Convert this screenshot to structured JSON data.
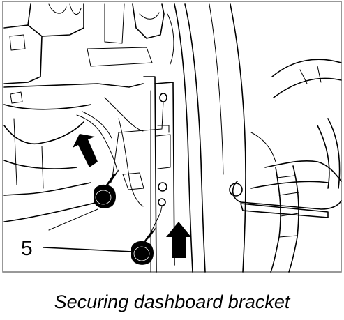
{
  "caption": "Securing dashboard bracket",
  "callouts": [
    {
      "label": "5",
      "part": "bolt"
    }
  ],
  "arrows": [
    {
      "direction": "up"
    },
    {
      "direction": "up"
    }
  ],
  "colors": {
    "line": "#000000",
    "background": "#ffffff",
    "frame": "#777777"
  }
}
